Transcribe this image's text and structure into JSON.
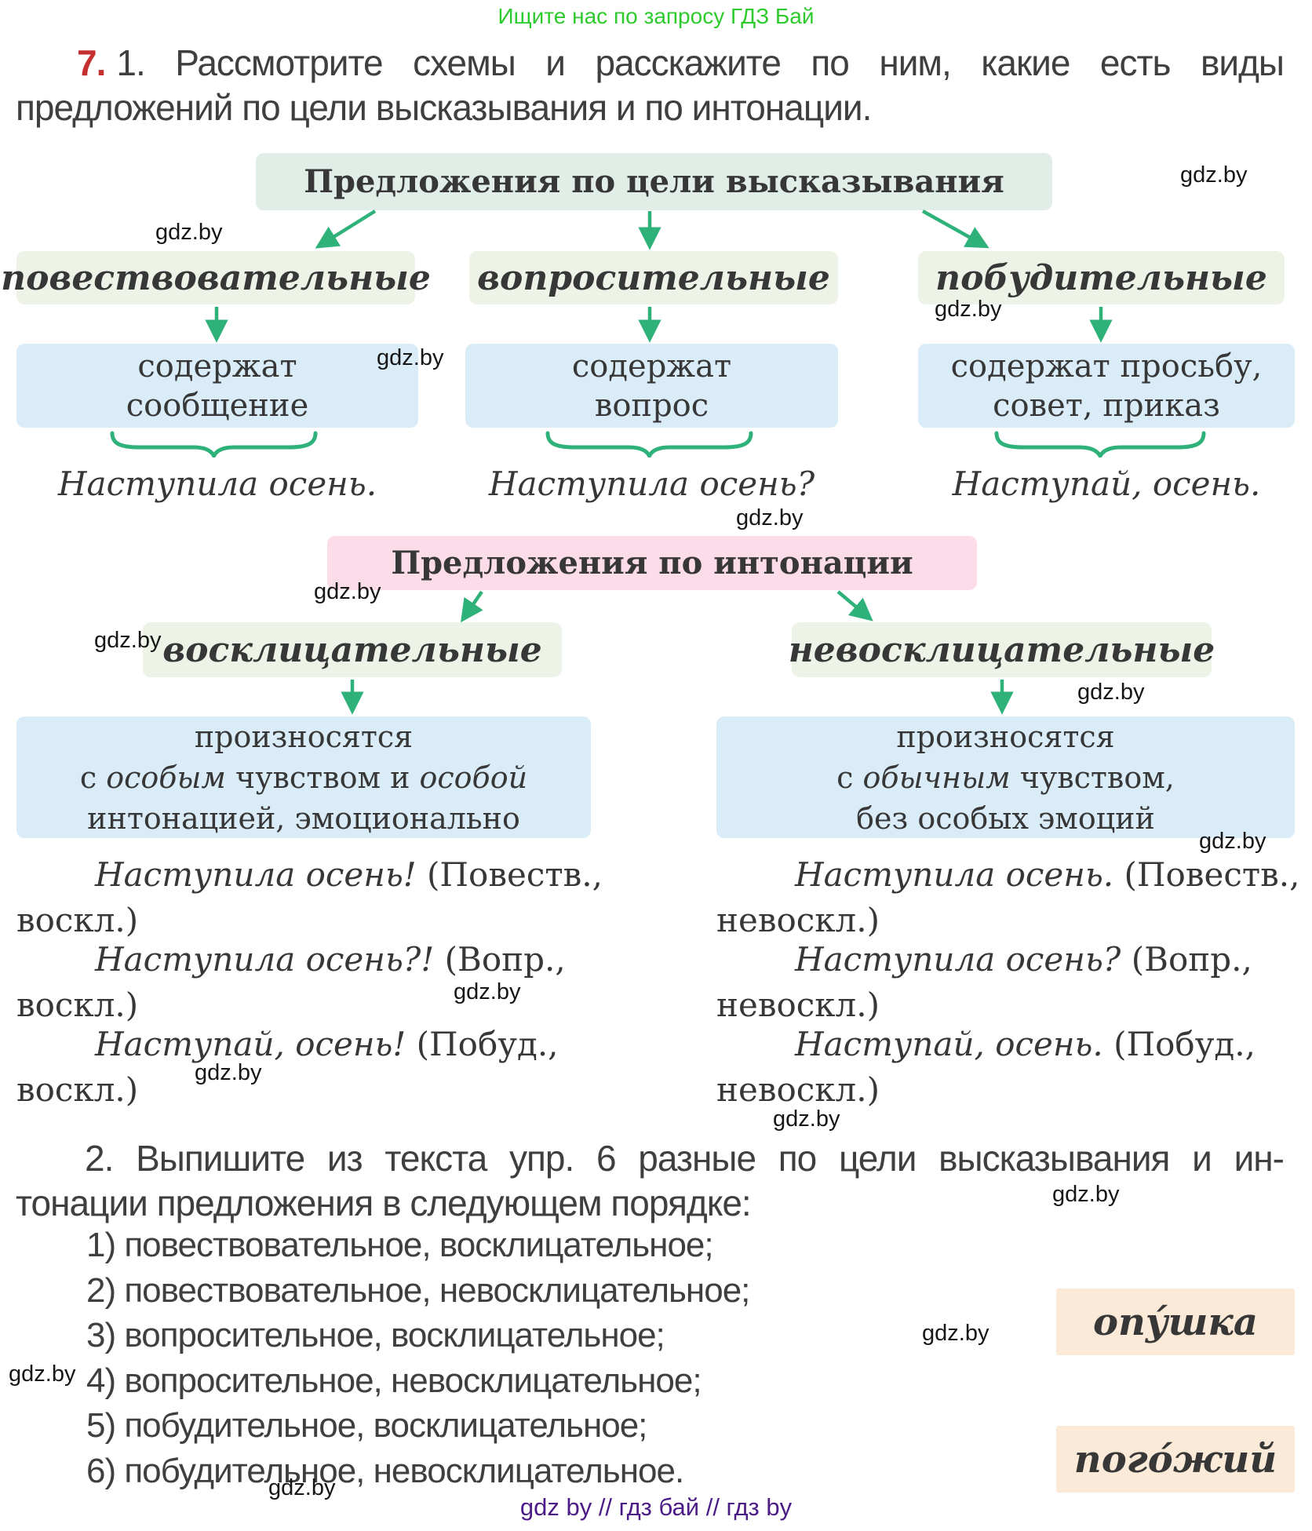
{
  "colors": {
    "accent_green": "#2fb27a",
    "banner_green": "#2ecb2e",
    "task_red": "#c52f2f",
    "text_dark": "#3f3f3f",
    "schema_text": "#373737",
    "mint_box": "#e1eee7",
    "light_green_box": "#eef3e8",
    "blue_box": "#d9ecf8",
    "pink_box": "#fbdce8",
    "peach_box": "#fcead9",
    "purple_footer": "#4b1c86",
    "watermark_black": "#161616"
  },
  "banner": {
    "text": "Ищите нас по запросу ГДЗ Бай"
  },
  "watermark": {
    "inline": "gdz.by",
    "footer": "gdz by  //  гдз бай  //  гдз by"
  },
  "exercise": {
    "number": "7.",
    "part1": {
      "line1": "1. Рассмотрите схемы и расскажите по ним, какие есть виды",
      "line2": "предложений по цели высказывания и по интонации."
    },
    "part2": {
      "line1": "2. Выпишите из текста упр. 6 разные по цели высказывания и ин-",
      "line2": "тонации предложения в следующем порядке:",
      "items": [
        "1) повествовательное, восклицательное;",
        "2) повествовательное, невосклицательное;",
        "3) вопросительное, восклицательное;",
        "4) вопросительное, невосклицательное;",
        "5) побудительное, восклицательное;",
        "6) побудительное, невосклицательное."
      ]
    }
  },
  "schema1": {
    "title": "Предложения по цели высказывания",
    "types": [
      "повествовательные",
      "вопросительные",
      "побудительные"
    ],
    "descriptions": [
      {
        "line1": "содержат",
        "line2": "сообщение"
      },
      {
        "line1": "содержат",
        "line2": "вопрос"
      },
      {
        "line1": "содержат просьбу,",
        "line2": "совет, приказ"
      }
    ],
    "examples": [
      "Наступила осень.",
      "Наступила осень?",
      "Наступай, осень."
    ]
  },
  "schema2": {
    "title": "Предложения по интонации",
    "types": [
      "восклицательные",
      "невосклицательные"
    ],
    "left_desc": {
      "line1": "произносятся",
      "line2_pre": "с ",
      "line2_it1": "особым",
      "line2_mid": " чувством и ",
      "line2_it2": "особой",
      "line3": "интонацией, эмоционально"
    },
    "right_desc": {
      "line1": "произносятся",
      "line2_pre": "с ",
      "line2_it1": "обычным",
      "line2_post": " чувством,",
      "line3": "без особых эмоций"
    },
    "left_examples": [
      {
        "sentence": "Наступила осень!",
        "label1": "(Повеств.,",
        "label2": "воскл.)"
      },
      {
        "sentence": "Наступила осень?!",
        "label1": "(Вопр.,",
        "label2": "воскл.)"
      },
      {
        "sentence": "Наступай, осень!",
        "label1": "(Побуд.,",
        "label2": "воскл.)"
      }
    ],
    "right_examples": [
      {
        "sentence": "Наступила осень.",
        "label1": "(Повеств.,",
        "label2": "невоскл.)"
      },
      {
        "sentence": "Наступила осень?",
        "label1": "(Вопр.,",
        "label2": "невоскл.)"
      },
      {
        "sentence": "Наступай, осень.",
        "label1": "(Побуд.,",
        "label2": "невоскл.)"
      }
    ]
  },
  "vocab": [
    {
      "word": "опу́шка"
    },
    {
      "word": "пого́жий"
    }
  ]
}
